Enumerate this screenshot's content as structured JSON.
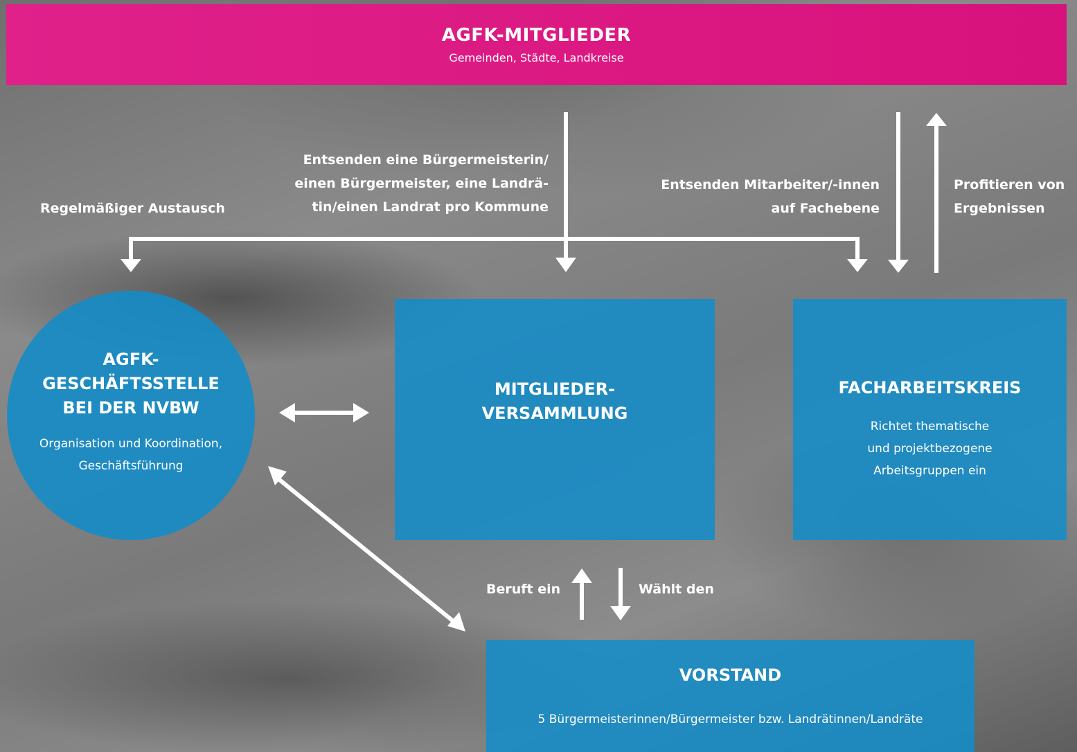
{
  "banner": {
    "title": "AGFK-MITGLIEDER",
    "subtitle": "Gemeinden, Städte, Landkreise"
  },
  "labels": {
    "exchange": "Regelmäßiger Austausch",
    "send_mayor": "Entsenden eine Bürgermeisterin/\neinen Bürgermeister, eine Landrä-\ntin/einen Landrat pro Kommune",
    "send_staff": "Entsenden Mitarbeiter/-innen\nauf Fachebene",
    "benefit": "Profitieren von\nErgebnissen",
    "appoints": "Beruft ein",
    "elects": "Wählt den"
  },
  "office": {
    "title": "AGFK-\nGESCHÄFTSSTELLE\nBEI DER NVBW",
    "text": "Organisation und Koordination,\nGeschäftsführung"
  },
  "assembly": {
    "title": "MITGLIEDER-\nVERSAMMLUNG"
  },
  "working_group": {
    "title": "FACHARBEITSKREIS",
    "text": "Richtet thematische\nund projektbezogene\nArbeitsgruppen ein"
  },
  "board": {
    "title": "VORSTAND",
    "text": "5 Bürgermeisterinnen/Bürgermeister bzw. Landrätinnen/Landräte"
  },
  "colors": {
    "banner": "#e0218a",
    "box": "#1a8cc8",
    "arrow": "#ffffff"
  }
}
